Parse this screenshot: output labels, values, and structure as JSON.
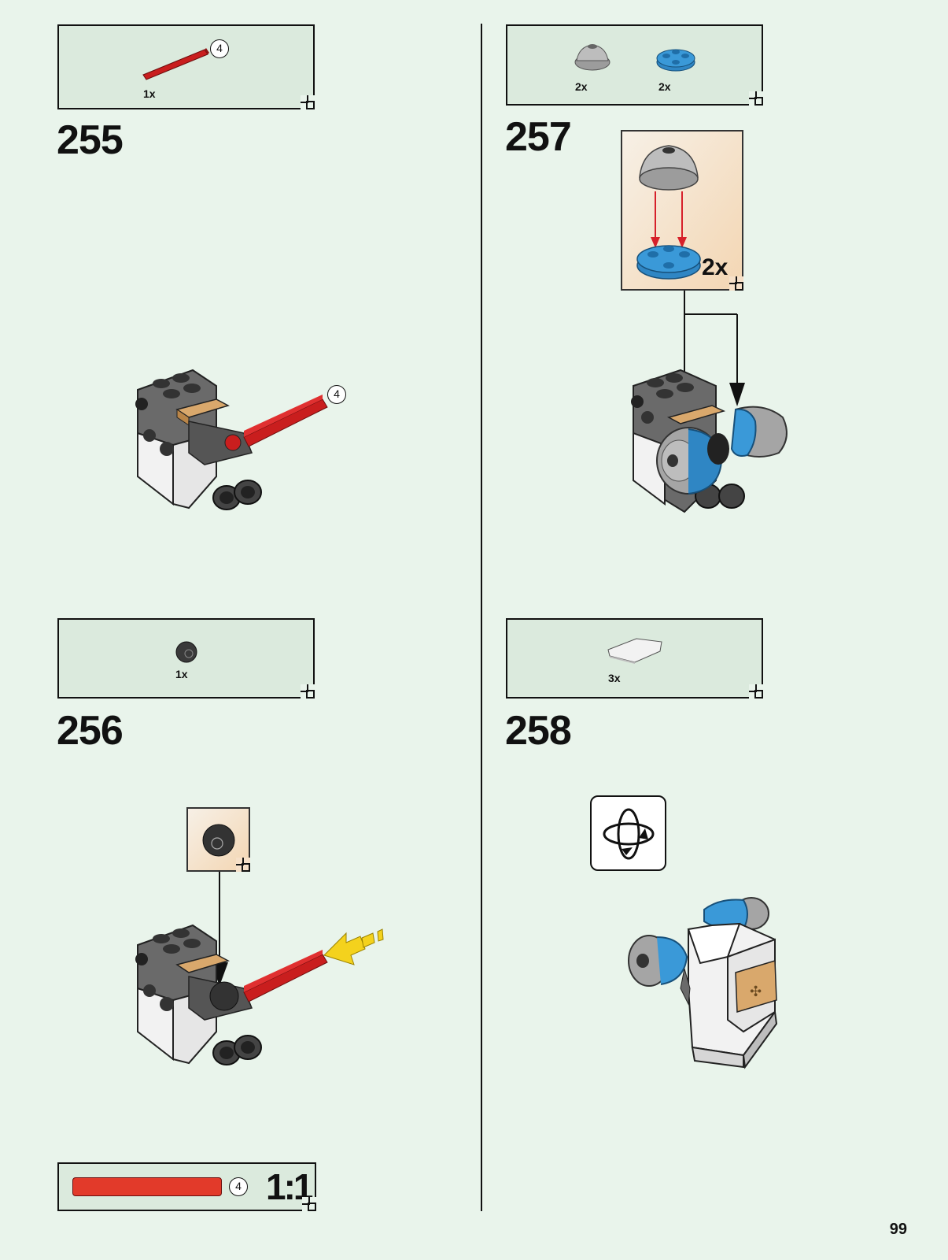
{
  "page": {
    "number": "99"
  },
  "steps": [
    {
      "number": "255",
      "parts": [
        {
          "qty": "1x",
          "callout": "4"
        }
      ],
      "model_callout": "4"
    },
    {
      "number": "256",
      "parts": [
        {
          "qty": "1x"
        }
      ]
    },
    {
      "number": "257",
      "parts": [
        {
          "qty": "2x"
        },
        {
          "qty": "2x"
        }
      ],
      "subassembly_qty": "2x"
    },
    {
      "number": "258",
      "parts": [
        {
          "qty": "3x"
        }
      ]
    }
  ],
  "scale_box": {
    "callout": "4",
    "label": "1:1"
  },
  "colors": {
    "background": "#e9f4eb",
    "parts_box": "#dbeadd",
    "red_axle": "#c91e1e",
    "medium_azure": "#2f86c4",
    "light_gray": "#a5a5a5",
    "dark_gray": "#5a5a5a",
    "tan": "#d9a86c",
    "yellow_arrow": "#f4d21d"
  },
  "icons": [
    "rotate-model-icon",
    "arrow-down-icon",
    "push-arrow-icon"
  ]
}
